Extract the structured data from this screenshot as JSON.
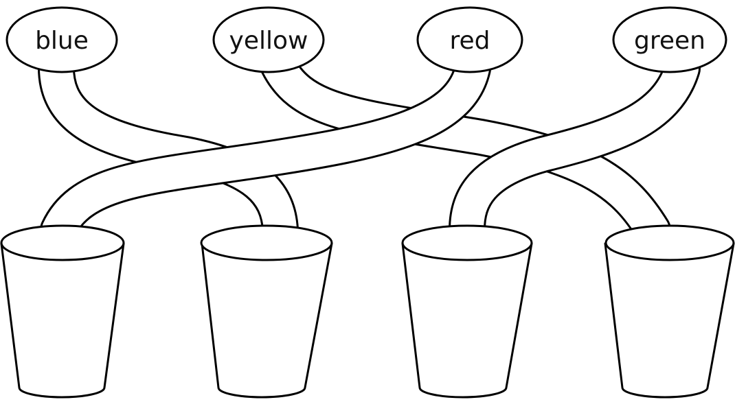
{
  "labels": [
    {
      "text": "blue"
    },
    {
      "text": "yellow"
    },
    {
      "text": "red"
    },
    {
      "text": "green"
    }
  ],
  "connections": [
    {
      "from": "blue",
      "to_cup": 2
    },
    {
      "from": "yellow",
      "to_cup": 4
    },
    {
      "from": "red",
      "to_cup": 1
    },
    {
      "from": "green",
      "to_cup": 3
    }
  ],
  "cups": [
    {
      "index": 1
    },
    {
      "index": 2
    },
    {
      "index": 3
    },
    {
      "index": 4
    }
  ]
}
